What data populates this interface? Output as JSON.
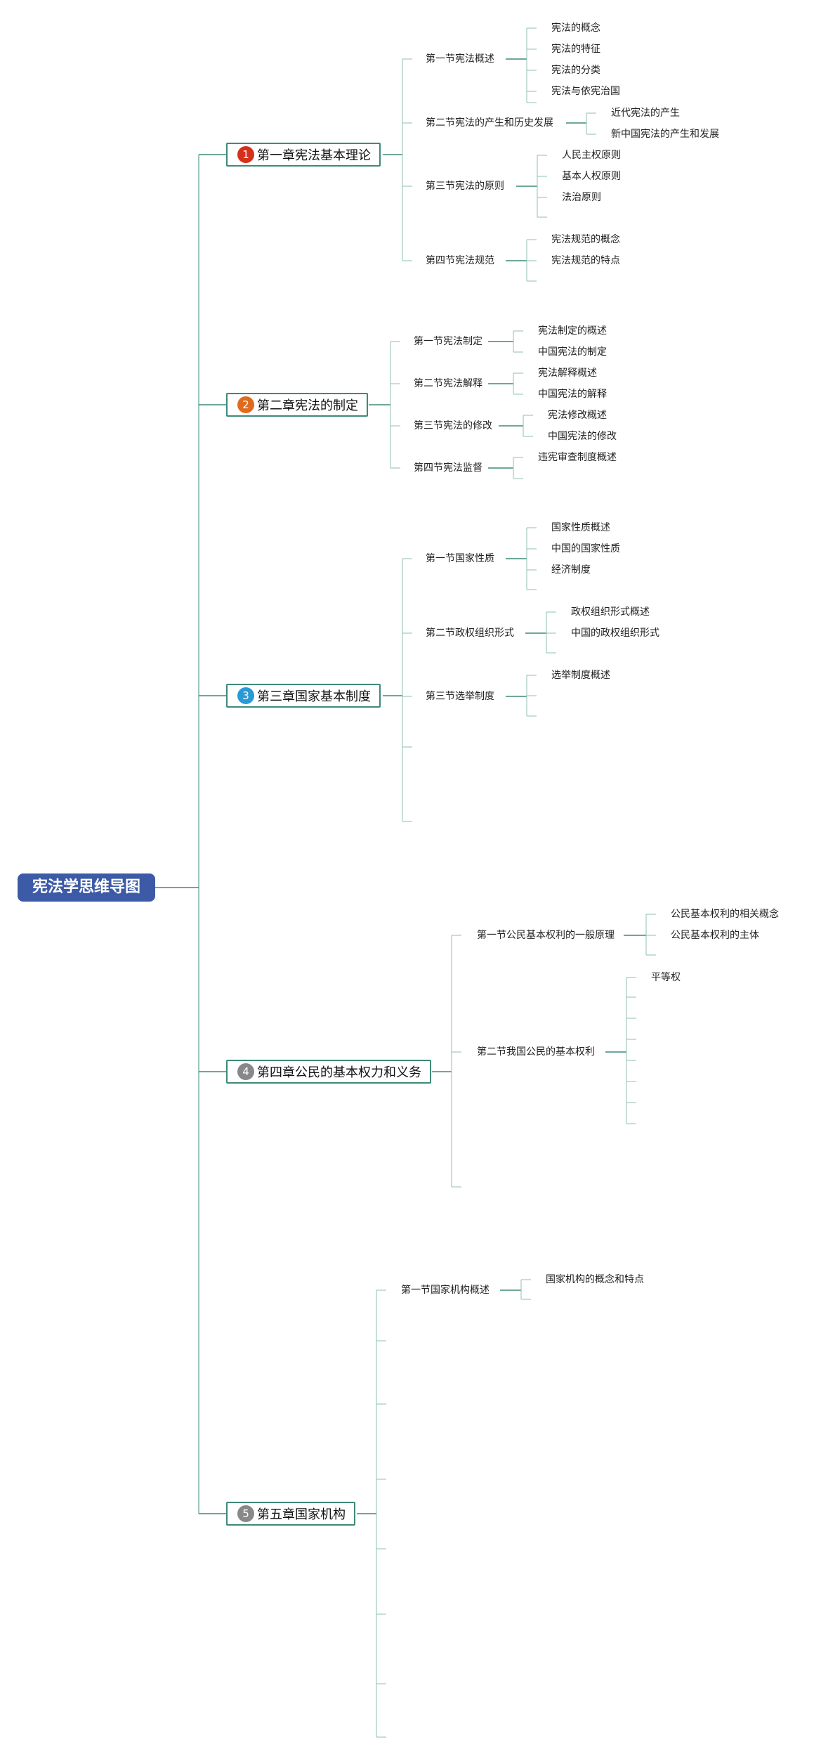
{
  "root": {
    "label": "宪法学思维导图"
  },
  "colors": {
    "root_bg": "#3c5aa5",
    "line": "#3e8a78",
    "thin_line": "#8fbfb3"
  },
  "chapters": [
    {
      "num": "1",
      "num_color": "#d4311c",
      "label": "第一章宪法基本理论",
      "sections": [
        {
          "label": "第一节宪法概述",
          "items": [
            "宪法的概念",
            "宪法的特征",
            "宪法的分类",
            "宪法与依宪治国"
          ]
        },
        {
          "label": "第二节宪法的产生和历史发展",
          "items": [
            "近代宪法的产生",
            "新中国宪法的产生和发展"
          ]
        },
        {
          "label": "第三节宪法的原则",
          "items": [
            "人民主权原则",
            "基本人权原则",
            "法治原则",
            ""
          ]
        },
        {
          "label": "第四节宪法规范",
          "items": [
            "宪法规范的概念",
            "宪法规范的特点",
            ""
          ]
        }
      ]
    },
    {
      "num": "2",
      "num_color": "#e06b1f",
      "label": "第二章宪法的制定",
      "sections": [
        {
          "label": "第一节宪法制定",
          "items": [
            "宪法制定的概述",
            "中国宪法的制定"
          ]
        },
        {
          "label": "第二节宪法解释",
          "items": [
            "宪法解释概述",
            "中国宪法的解释"
          ]
        },
        {
          "label": "第三节宪法的修改",
          "items": [
            "宪法修改概述",
            "中国宪法的修改"
          ]
        },
        {
          "label": "第四节宪法监督",
          "items": [
            "违宪审查制度概述",
            ""
          ]
        }
      ]
    },
    {
      "num": "3",
      "num_color": "#2a9ad6",
      "label": "第三章国家基本制度",
      "sections": [
        {
          "label": "第一节国家性质",
          "items": [
            "国家性质概述",
            "中国的国家性质",
            "经济制度",
            ""
          ]
        },
        {
          "label": "第二节政权组织形式",
          "items": [
            "政权组织形式概述",
            "中国的政权组织形式",
            ""
          ]
        },
        {
          "label": "第三节选举制度",
          "items": [
            "选举制度概述",
            "",
            ""
          ]
        },
        {
          "label": "",
          "items": []
        },
        {
          "label": "",
          "items": []
        }
      ]
    },
    {
      "num": "4",
      "num_color": "#888888",
      "label": "第四章公民的基本权力和义务",
      "sections": [
        {
          "label": "第一节公民基本权利的一般原理",
          "items": [
            "公民基本权利的相关概念",
            "公民基本权利的主体",
            ""
          ]
        },
        {
          "label": "第二节我国公民的基本权利",
          "items": [
            "平等权",
            "",
            "",
            "",
            "",
            "",
            "",
            ""
          ]
        },
        {
          "label": "",
          "items": []
        }
      ]
    },
    {
      "num": "5",
      "num_color": "#888888",
      "label": "第五章国家机构",
      "sections": [
        {
          "label": "第一节国家机构概述",
          "items": [
            "国家机构的概念和特点",
            ""
          ]
        },
        {
          "label": "",
          "items": []
        },
        {
          "label": "",
          "items": []
        },
        {
          "label": "",
          "items": []
        },
        {
          "label": "",
          "items": []
        },
        {
          "label": "",
          "items": []
        },
        {
          "label": "",
          "items": []
        },
        {
          "label": "",
          "items": []
        }
      ]
    }
  ]
}
